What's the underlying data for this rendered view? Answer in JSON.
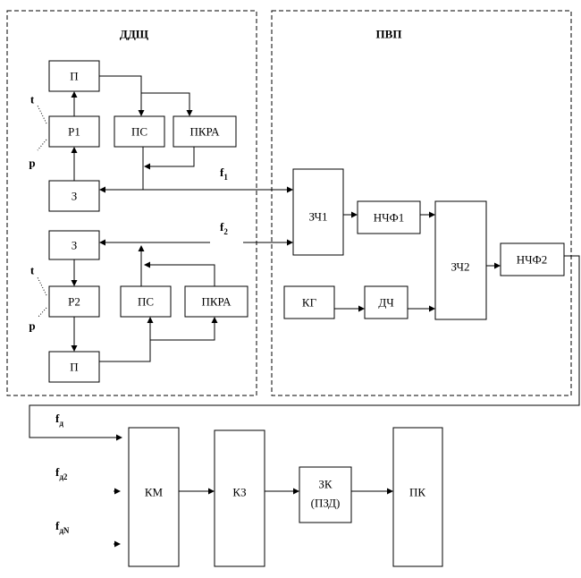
{
  "groups": {
    "left": "ДДЩ",
    "right": "ПВП"
  },
  "blocks": {
    "p_top": "П",
    "r1": "Р1",
    "ps_top": "ПС",
    "pkra_top": "ПКРА",
    "z_top": "З",
    "z_bot": "З",
    "r2": "Р2",
    "ps_bot": "ПС",
    "pkra_bot": "ПКРА",
    "p_bot": "П",
    "zch1": "ЗЧ1",
    "nchf1": "НЧФ1",
    "zch2": "ЗЧ2",
    "nchf2": "НЧФ2",
    "kg": "КГ",
    "dch": "ДЧ",
    "km": "КМ",
    "kz": "КЗ",
    "zk_line1": "ЗК",
    "zk_line2": "(ПЗД)",
    "pk": "ПК"
  },
  "signals": {
    "f1": {
      "base": "f",
      "sub": "1"
    },
    "f2": {
      "base": "f",
      "sub": "2"
    },
    "fd": {
      "base": "f",
      "sub": "д"
    },
    "fd2": {
      "base": "f",
      "sub": "д2"
    },
    "fdN": {
      "base": "f",
      "sub": "дN"
    }
  },
  "params": {
    "t_top": "t",
    "p_top": "p",
    "t_bot": "t",
    "p_bot": "p"
  }
}
